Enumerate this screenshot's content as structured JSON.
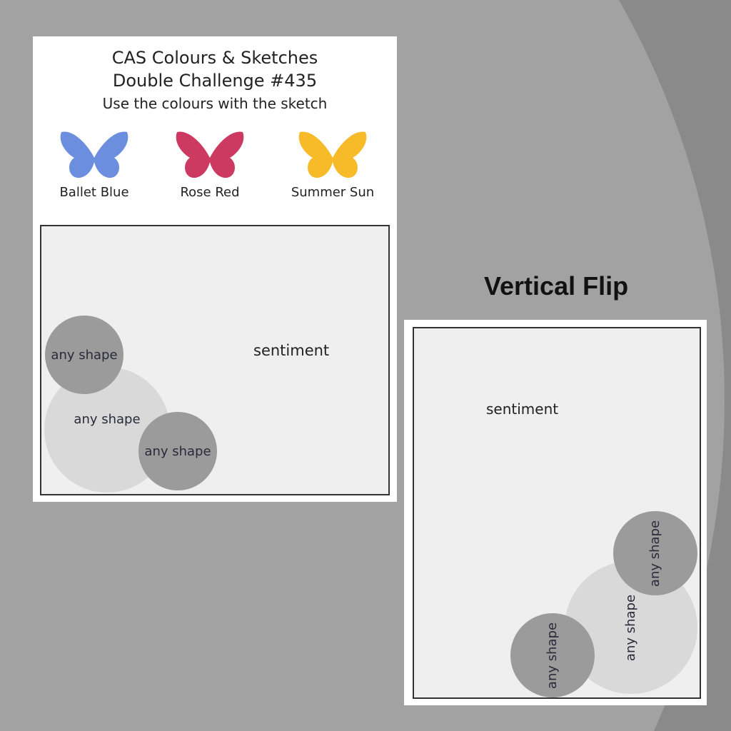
{
  "challenge": {
    "title_line1": "CAS Colours & Sketches",
    "title_line2": "Double Challenge #435",
    "subtitle": "Use the colours with the sketch",
    "colours": [
      {
        "name": "Ballet Blue",
        "hex": "#6b8fde"
      },
      {
        "name": "Rose Red",
        "hex": "#cc3a62"
      },
      {
        "name": "Summer Sun",
        "hex": "#f7bb2a"
      }
    ]
  },
  "original_sketch": {
    "sentiment": "sentiment",
    "shapes": [
      "any shape",
      "any shape",
      "any shape"
    ]
  },
  "flip": {
    "heading": "Vertical Flip",
    "sentiment": "sentiment",
    "shapes": [
      "any shape",
      "any shape",
      "any shape"
    ]
  }
}
